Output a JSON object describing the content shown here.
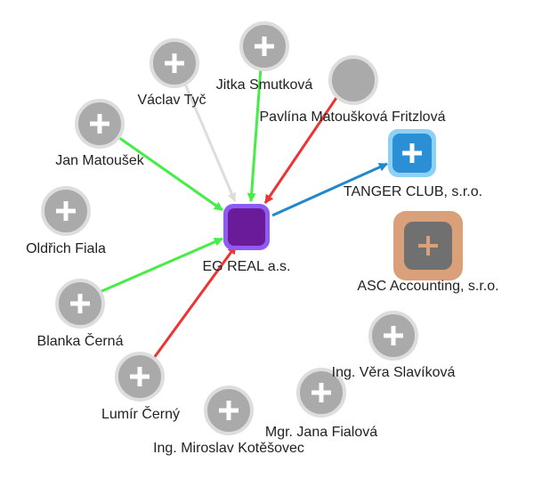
{
  "graph": {
    "center": {
      "label": "EG REAL a.s.",
      "color": "#6a1b9a",
      "border": "#8e5cf5"
    },
    "people": [
      {
        "id": "vaclav",
        "label": "Václav Tyč"
      },
      {
        "id": "jitka",
        "label": "Jitka Smutková"
      },
      {
        "id": "pavlina",
        "label": "Pavlína Matoušková Fritzlová"
      },
      {
        "id": "jan",
        "label": "Jan Matoušek"
      },
      {
        "id": "oldrich",
        "label": "Oldřich Fiala"
      },
      {
        "id": "blanka",
        "label": "Blanka Černá"
      },
      {
        "id": "lumir",
        "label": "Lumír Černý"
      },
      {
        "id": "miroslav",
        "label": "Ing. Miroslav Kotěšovec"
      },
      {
        "id": "jana",
        "label": "Mgr. Jana Fialová"
      },
      {
        "id": "vera",
        "label": "Ing. Věra Slavíková"
      }
    ],
    "companies": [
      {
        "id": "tanger",
        "label": "TANGER CLUB, s.r.o."
      },
      {
        "id": "asc",
        "label": "ASC Accounting, s.r.o."
      }
    ],
    "edge_colors": {
      "green": "#44ee44",
      "red": "#ee3333",
      "gray": "#dddddd",
      "blue": "#2288cc"
    },
    "node_colors": {
      "person": "#aaaaaa",
      "person_border": "#dddddd",
      "company": "#2a8fd4",
      "company_border": "#8fd0f5",
      "company_inactive": "#707070",
      "company_inactive_border": "#d9a07a"
    }
  }
}
